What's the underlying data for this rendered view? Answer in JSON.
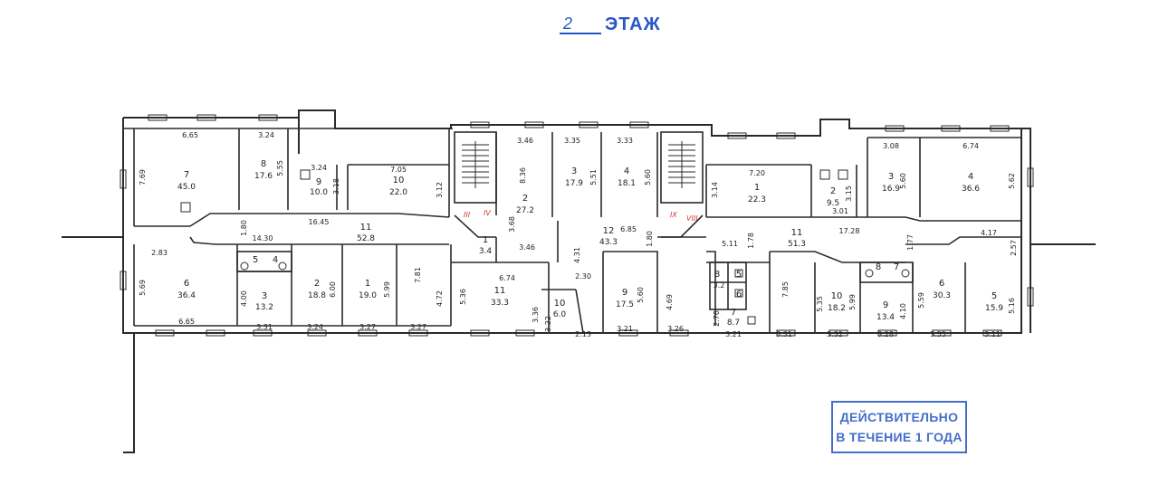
{
  "header": {
    "floor_number": "2",
    "floor_word": "ЭТАЖ"
  },
  "stamp": {
    "line1": "ДЕЙСТВИТЕЛЬНО",
    "line2": "В ТЕЧЕНИЕ 1 ГОДА"
  },
  "colors": {
    "ink": "#2a2a2a",
    "stamp_blue": "#2f5fc4",
    "red_marks": "#d33333"
  },
  "rooms": [
    {
      "n": "7",
      "a": "45.0"
    },
    {
      "n": "8",
      "a": "17.6"
    },
    {
      "n": "9",
      "a": "10.0"
    },
    {
      "n": "10",
      "a": "22.0"
    },
    {
      "n": "11",
      "a": "52.8"
    },
    {
      "n": "6",
      "a": "36.4"
    },
    {
      "n": "3",
      "a": "13.2"
    },
    {
      "n": "2",
      "a": "18.8"
    },
    {
      "n": "1",
      "a": "19.0"
    },
    {
      "n": "1",
      "a": "3.4"
    },
    {
      "n": "2",
      "a": "27.2"
    },
    {
      "n": "3",
      "a": "17.9"
    },
    {
      "n": "4",
      "a": "18.1"
    },
    {
      "n": "12",
      "a": "43.3"
    },
    {
      "n": "11",
      "a": "33.3"
    },
    {
      "n": "10",
      "a": "6.0"
    },
    {
      "n": "9",
      "a": "17.5"
    },
    {
      "n": "1",
      "a": "22.3"
    },
    {
      "n": "2",
      "a": "9.5"
    },
    {
      "n": "3",
      "a": "16.9"
    },
    {
      "n": "4",
      "a": "36.6"
    },
    {
      "n": "11",
      "a": "51.3"
    },
    {
      "n": "7",
      "a": "8.7"
    },
    {
      "n": "10",
      "a": "18.2"
    },
    {
      "n": "9",
      "a": "13.4"
    },
    {
      "n": "6",
      "a": "30.3"
    },
    {
      "n": "5",
      "a": "15.9"
    },
    {
      "n": "8",
      "a": ""
    },
    {
      "n": "5",
      "a": ""
    },
    {
      "n": "6",
      "a": ""
    },
    {
      "n": "4",
      "a": ""
    },
    {
      "n": "5",
      "a": ""
    },
    {
      "n": "8",
      "a": ""
    },
    {
      "n": "7",
      "a": ""
    }
  ],
  "dims": [
    "6.65",
    "7.69",
    "3.24",
    "5.55",
    "3.24",
    "3.18",
    "7.05",
    "3.12",
    "1.80",
    "14.30",
    "16.45",
    "2.83",
    "5.69",
    "6.65",
    "4.00",
    "3.31",
    "6.00",
    "3.24",
    "5.99",
    "3.27",
    "7.81",
    "3.27",
    "4.72",
    "3.46",
    "8.36",
    "3.68",
    "3.46",
    "3.35",
    "5.51",
    "3.33",
    "5.60",
    "6.85",
    "1.80",
    "4.31",
    "2.30",
    "6.74",
    "5.36",
    "3.36",
    "3.22",
    "2.13",
    "3.21",
    "5.60",
    "4.69",
    "3.26",
    "7.20",
    "3.14",
    "3.15",
    "3.01",
    "3.08",
    "5.60",
    "6.74",
    "5.62",
    "17.28",
    "1.77",
    "4.17",
    "2.57",
    "5.11",
    "1.78",
    "2.70",
    "3.2",
    "3.21",
    "7.85",
    "3.31",
    "5.35",
    "5.99",
    "3.32",
    "4.10",
    "3.28",
    "5.59",
    "3.55",
    "5.16",
    "3.11"
  ],
  "red_marks": [
    "III",
    "IV",
    "IX",
    "VIII"
  ]
}
